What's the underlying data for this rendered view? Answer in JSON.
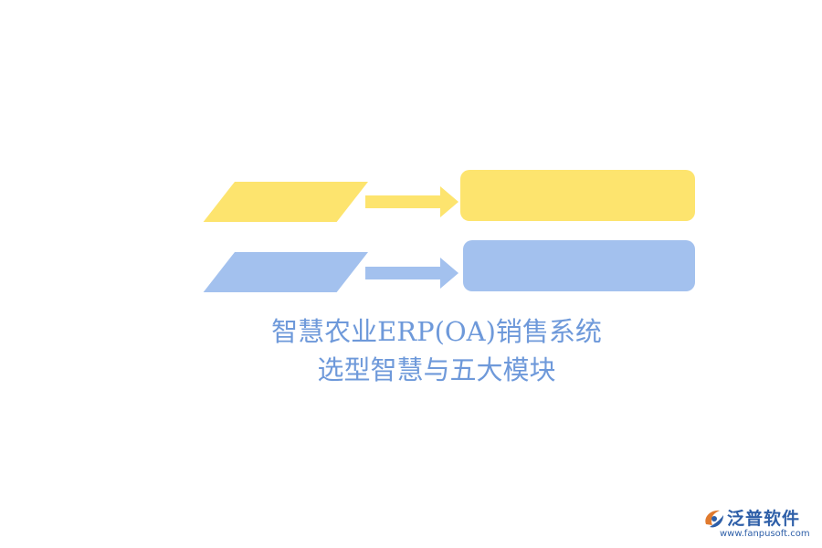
{
  "diagram": {
    "rows": [
      {
        "color": "#FDE46E",
        "step_text": "",
        "result_text": ""
      },
      {
        "color": "#A3C1EE",
        "step_text": "",
        "result_text": ""
      }
    ],
    "title_line1": "智慧农业ERP(OA)销售系统",
    "title_line2": "选型智慧与五大模块",
    "title_color": "#6E99DA"
  },
  "logo": {
    "name": "泛普软件",
    "url": "www.fanpusoft.com",
    "color": "#2E5FA8",
    "accent": "#E07A2E",
    "icon": "fanpu-logo-icon"
  }
}
